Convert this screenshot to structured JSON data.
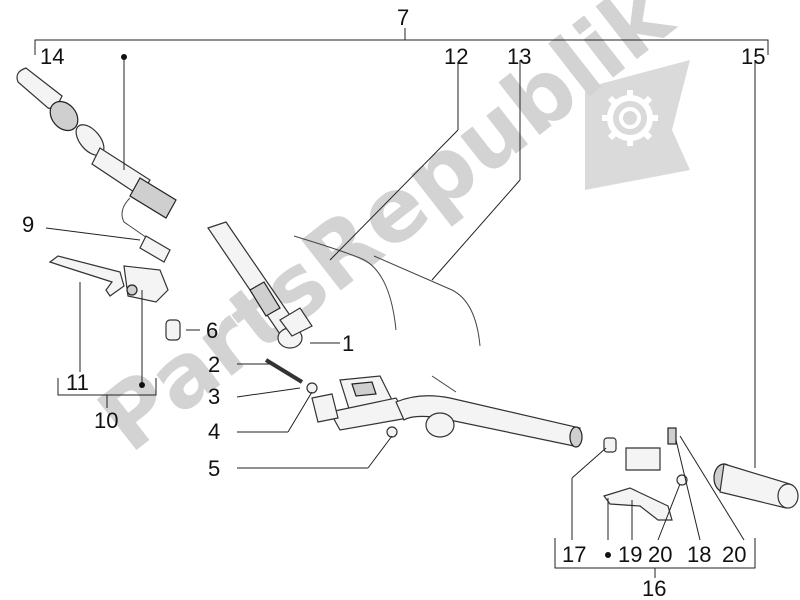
{
  "diagram": {
    "watermark": {
      "text": "PartsRepublik",
      "icon": "gear-icon",
      "color": "#d0d0d0"
    },
    "callouts": {
      "c1": "1",
      "c2": "2",
      "c3": "3",
      "c4": "4",
      "c5": "5",
      "c6": "6",
      "c7": "7",
      "c9": "9",
      "c10": "10",
      "c11": "11",
      "c12": "12",
      "c13": "13",
      "c14": "14",
      "c15": "15",
      "c16": "16",
      "c17": "17",
      "c18": "18",
      "c19": "19",
      "c20a": "20",
      "c20b": "20"
    },
    "colors": {
      "line": "#222222",
      "part_fill": "#f4f4f4",
      "part_shade": "#cfcfcf"
    }
  }
}
